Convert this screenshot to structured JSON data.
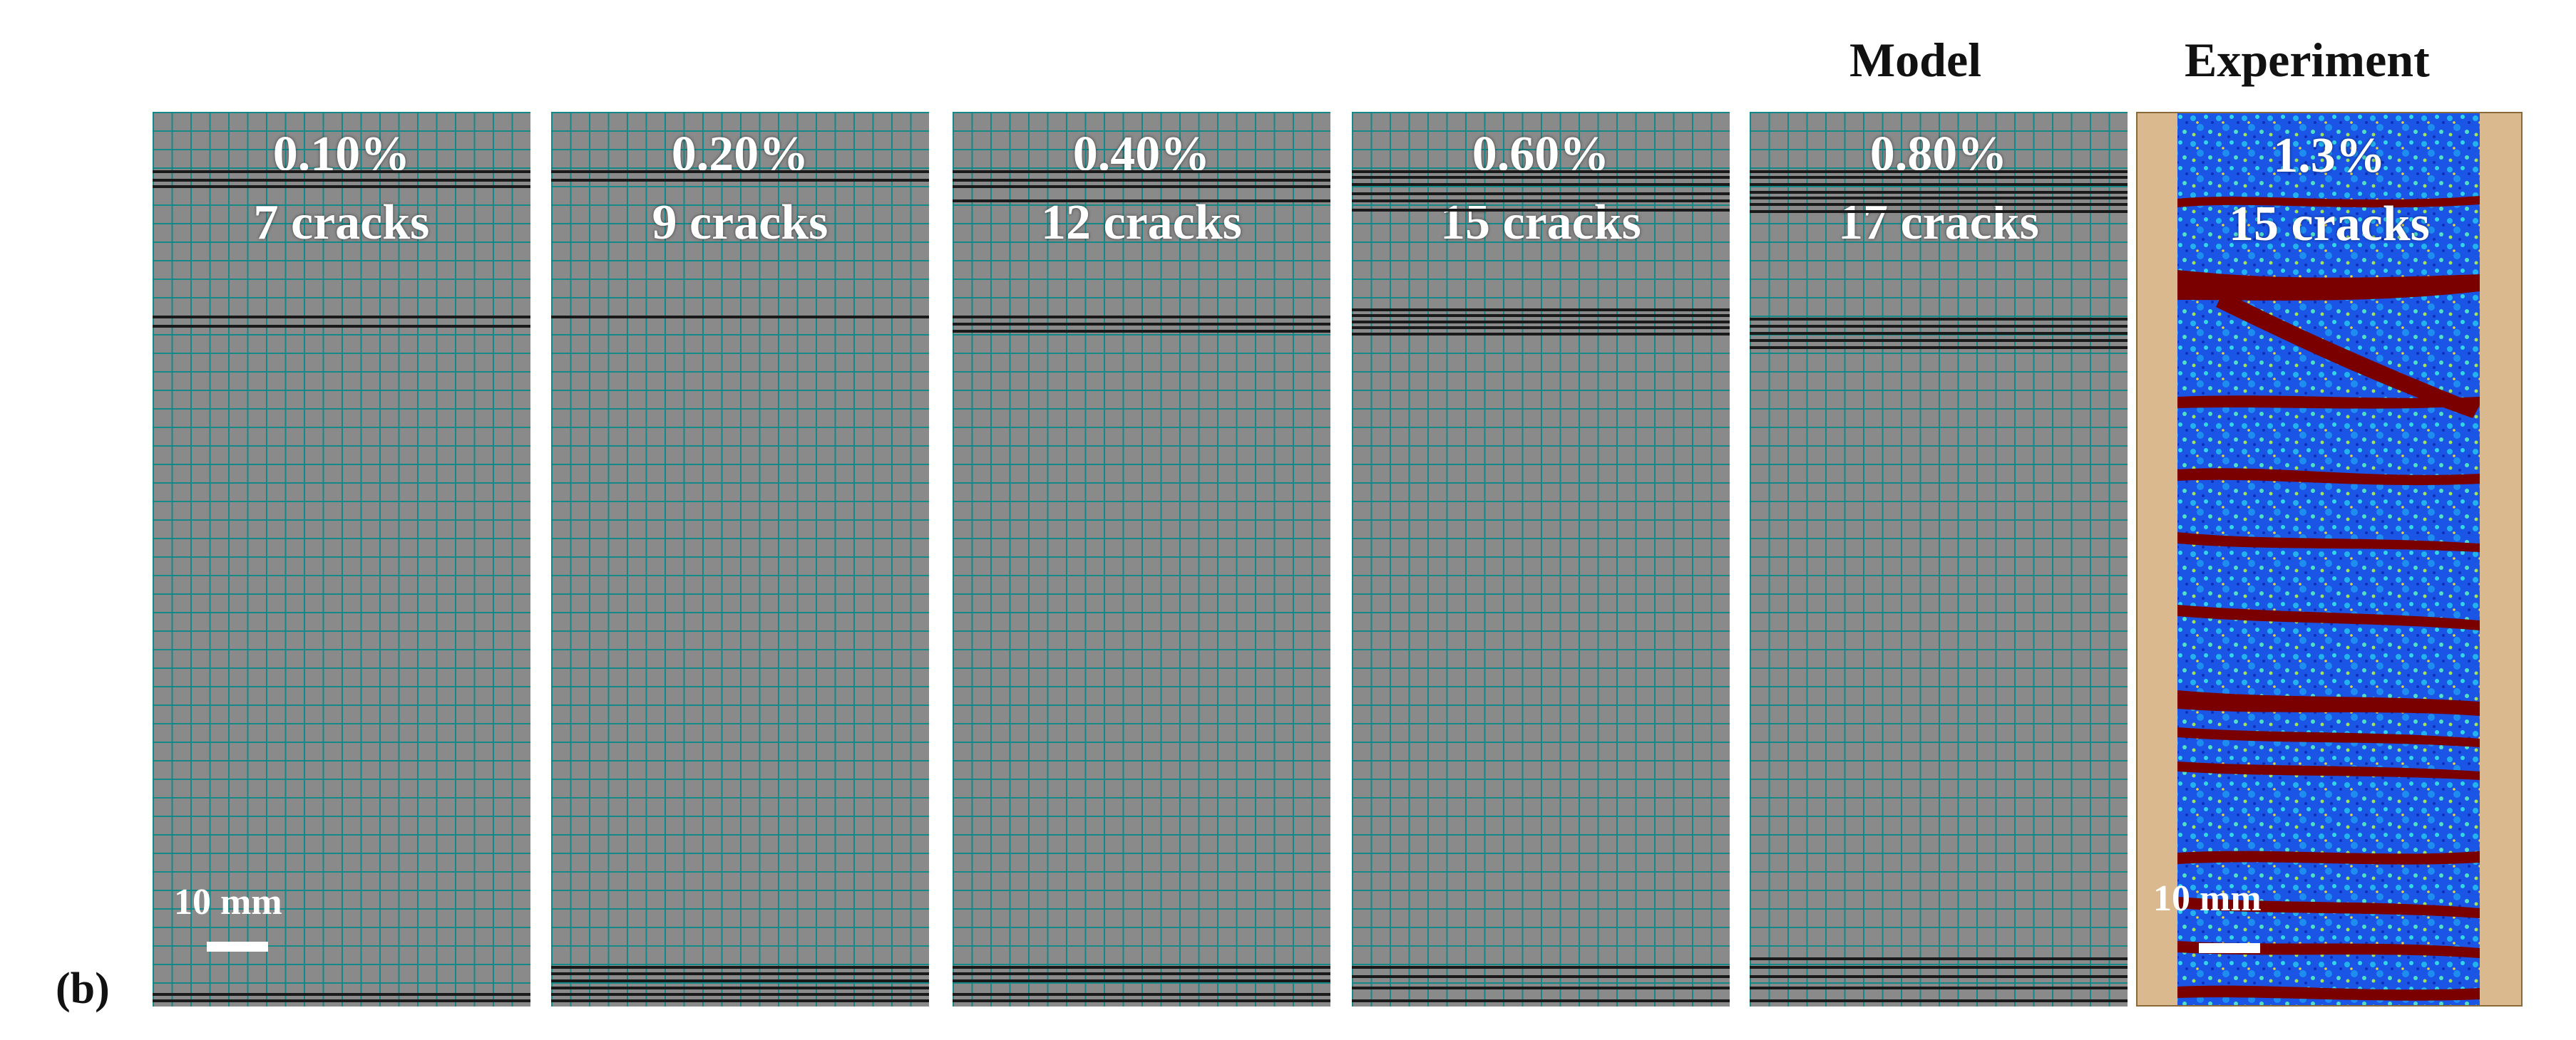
{
  "header": {
    "model": "Model",
    "experiment": "Experiment"
  },
  "part_label": "(b)",
  "scale_label": "10 mm",
  "model_panels": [
    {
      "strain": "0.10%",
      "cracks": "7 cracks",
      "crack_positions": [
        0.065,
        0.075,
        0.082,
        0.228,
        0.238,
        0.985,
        0.992
      ]
    },
    {
      "strain": "0.20%",
      "cracks": "9 cracks",
      "crack_positions": [
        0.065,
        0.075,
        0.228,
        0.955,
        0.962,
        0.97,
        0.978,
        0.985,
        0.992
      ]
    },
    {
      "strain": "0.40%",
      "cracks": "12 cracks",
      "crack_positions": [
        0.065,
        0.075,
        0.082,
        0.098,
        0.228,
        0.236,
        0.244,
        0.955,
        0.962,
        0.97,
        0.985,
        0.992
      ]
    },
    {
      "strain": "0.60%",
      "cracks": "15 cracks",
      "crack_positions": [
        0.065,
        0.072,
        0.08,
        0.09,
        0.098,
        0.108,
        0.22,
        0.226,
        0.233,
        0.24,
        0.247,
        0.955,
        0.965,
        0.978,
        0.992
      ]
    },
    {
      "strain": "0.80%",
      "cracks": "17 cracks",
      "crack_positions": [
        0.065,
        0.072,
        0.08,
        0.088,
        0.095,
        0.102,
        0.11,
        0.23,
        0.238,
        0.246,
        0.254,
        0.262,
        0.945,
        0.955,
        0.965,
        0.978,
        0.992
      ]
    }
  ],
  "experiment_panel": {
    "strain": "1.3%",
    "cracks": "15 cracks"
  },
  "colors": {
    "mesh_fill": "#8a8a8a",
    "mesh_lines": "#008787",
    "crack_line": "#1a1a1a",
    "dic_background": "#1a55e6",
    "dic_crack": "#7a0000",
    "specimen": "#d9b98d"
  }
}
